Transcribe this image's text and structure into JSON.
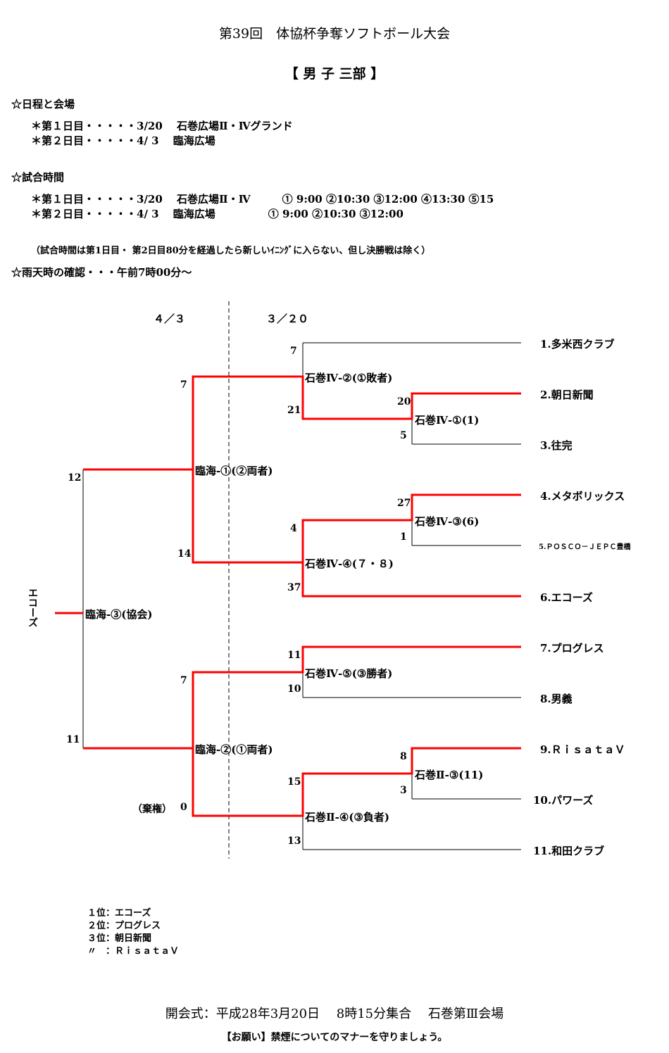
{
  "title": "第39回　体協杯争奪ソフトボール大会",
  "division": "【 男 子 三部 】",
  "schedule": {
    "heading": "☆日程と会場",
    "rows": [
      "＊第１日目・・・・・3/20　 石巻広場Ⅱ・Ⅳグランド",
      "＊第２日目・・・・・4/ 3　 臨海広場"
    ]
  },
  "times": {
    "heading": "☆試合時間",
    "rows": [
      "＊第１日目・・・・・3/20　 石巻広場Ⅱ・Ⅳ　　　① 9:00 ②10:30 ③12:00 ④13:30 ⑤15",
      "＊第２日目・・・・・4/ 3　 臨海広場　　　　　① 9:00 ②10:30 ③12:00"
    ]
  },
  "note": "（試合時間は第1日目・ 第2日目80分を経過したら新しいｲﾆﾝｸﾞに入らない、但し決勝戦は除く）",
  "rain": "☆雨天時の確認・・・午前7時00分～",
  "dates": {
    "left": "４／３",
    "right": "３／２０"
  },
  "teams": [
    "1.多米西クラブ",
    "2.朝日新聞",
    "3.往完",
    "4.メタボリックス",
    "5.ＰＯＳＣＯ－ＪＥＰＣ豊橋",
    "6.エコーズ",
    "7.プログレス",
    "8.男義",
    "9.ＲｉｓａｔａＶ",
    "10.パワーズ",
    "11.和田クラブ"
  ],
  "matches": {
    "m1": "石巻Ⅳ-①(1)",
    "m2": "石巻Ⅳ-②(①敗者)",
    "m3": "石巻Ⅳ-③(6)",
    "m4": "石巻Ⅳ-④(７・８)",
    "m5": "石巻Ⅳ-⑤(③勝者)",
    "m6": "石巻Ⅱ-③(11)",
    "m7": "石巻Ⅱ-④(③負者)",
    "r1": "臨海-①(②両者)",
    "r2": "臨海-②(①両者)",
    "f": "臨海-③(協会)"
  },
  "scores": {
    "m1a": "20",
    "m1b": "5",
    "m2a": "7",
    "m2b": "21",
    "m3a": "27",
    "m3b": "1",
    "m4a": "4",
    "m4b": "37",
    "m5a": "11",
    "m5b": "10",
    "m6a": "8",
    "m6b": "3",
    "m7a": "15",
    "m7b": "13",
    "r1a": "7",
    "r1b": "14",
    "r2a": "7",
    "r2b": "0",
    "fa": "12",
    "fb": "11"
  },
  "forfeit": "（棄権）",
  "champion": "エコーズ",
  "results": [
    "１位：エコーズ",
    "２位：プログレス",
    "３位：朝日新聞",
    "〃　：ＲｉｓａｔａＶ"
  ],
  "opening": "開会式：平成28年3月20日　 8時15分集合　 石巻第Ⅲ会場",
  "request": "【お願い】禁煙についてのマナーを守りましょう。"
}
